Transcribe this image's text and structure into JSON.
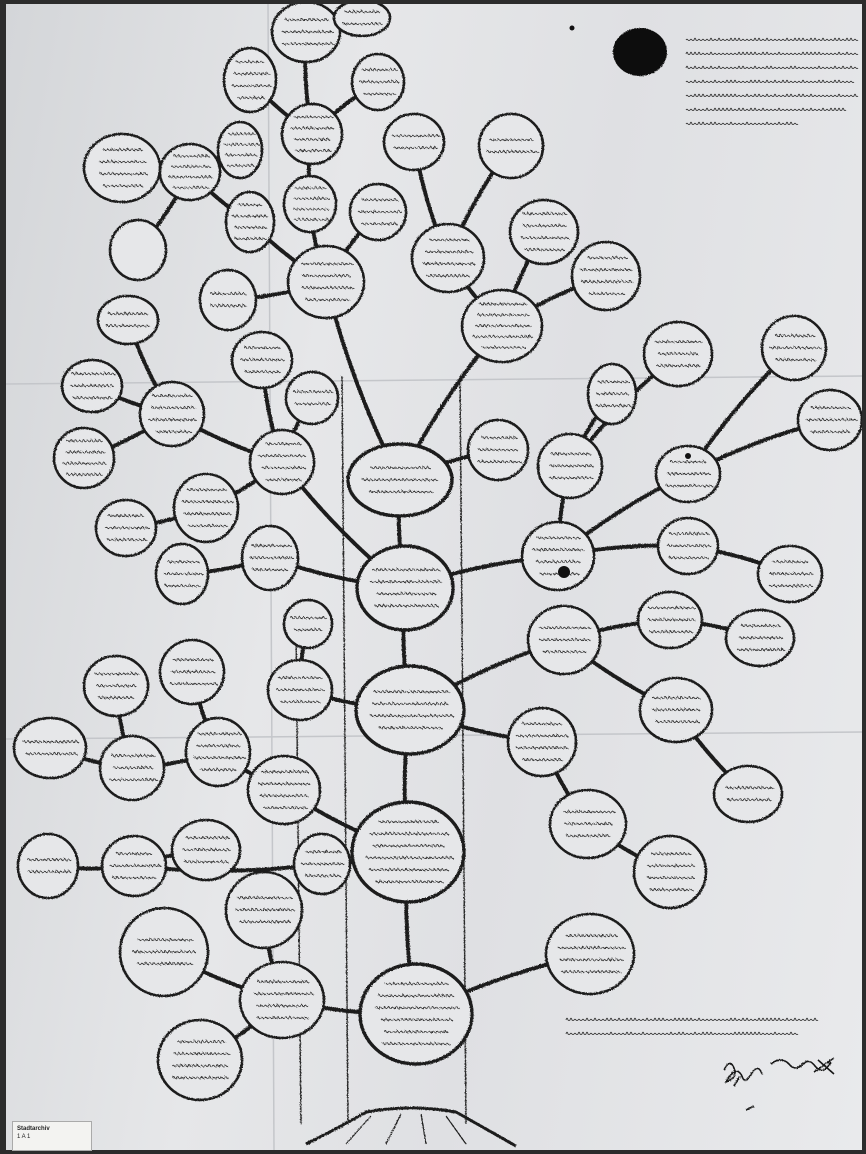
{
  "document": {
    "kind": "hand-drawn genealogical tree (Stammbaum) on aged paper",
    "seal": {
      "shape": "wax-seal",
      "color": "#111111"
    },
    "archive_label": {
      "line1": "Stadtarchiv",
      "line2": "1 A 1"
    }
  },
  "palette": {
    "paper": "#e3e4e6",
    "ink": "#1e1e1e",
    "ink_faded": "#3a3a3a",
    "fold_line": "#c2c4c8"
  }
}
